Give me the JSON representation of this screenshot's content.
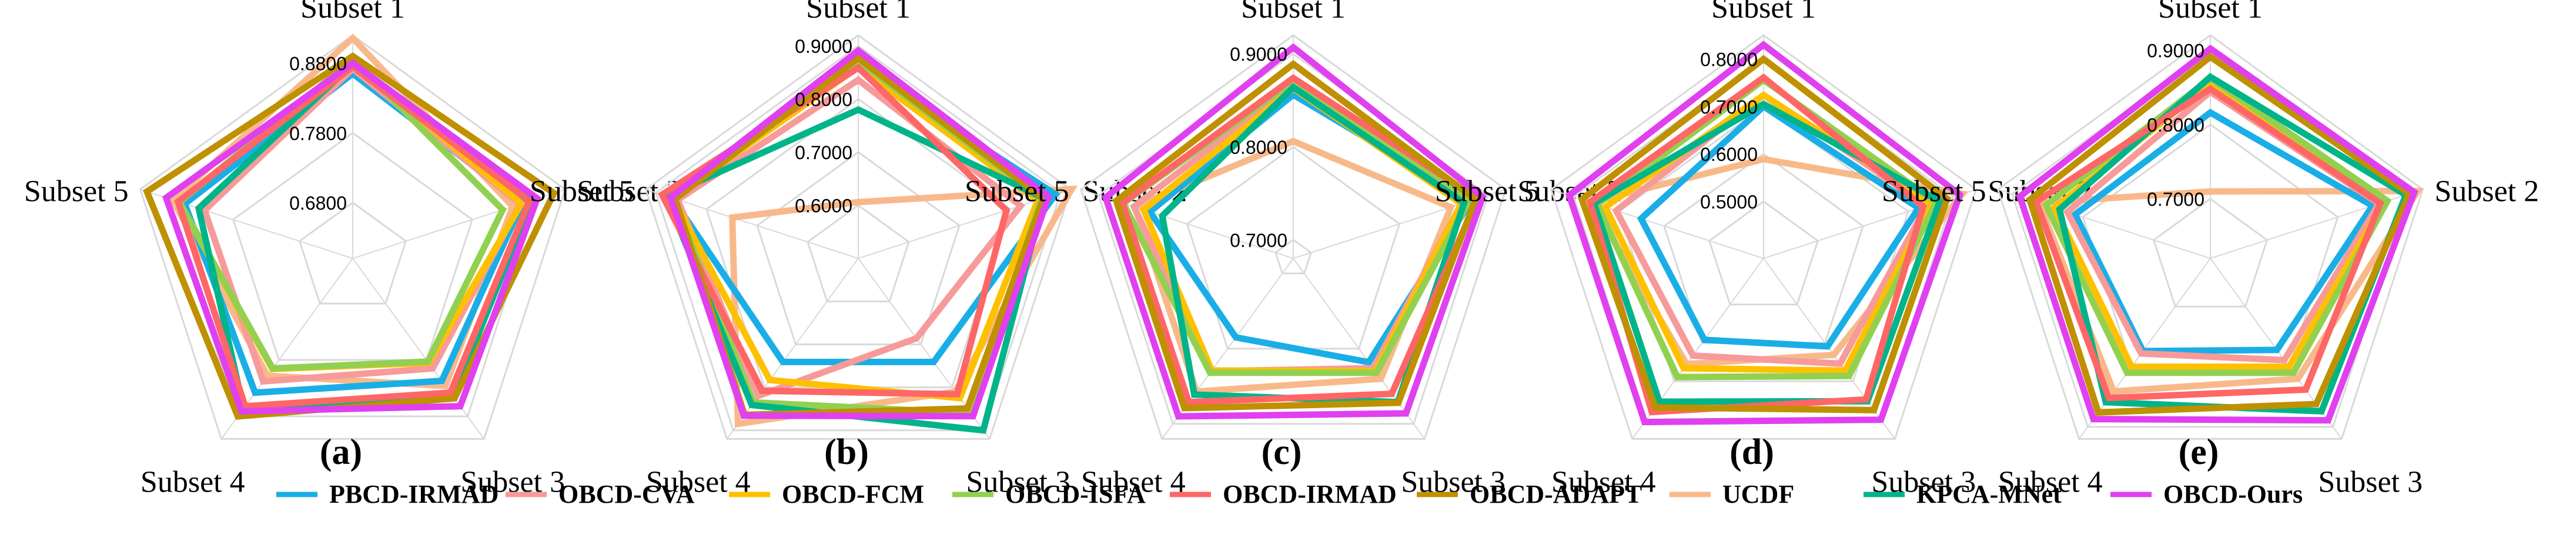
{
  "axes": [
    "Subset 1",
    "Subset 2",
    "Subset 3",
    "Subset 4",
    "Subset 5"
  ],
  "colors": {
    "PBCD-IRMAD": "#1aaee6",
    "OBCD-CVA": "#f79a9a",
    "OBCD-FCM": "#ffc000",
    "OBCD-ISFA": "#92d050",
    "OBCD-IRMAD": "#ff6666",
    "OBCD-ADAPT": "#bf9000",
    "UCDF": "#f8b98a",
    "KPCA-MNet": "#00b48a",
    "OBCD-Ours": "#e040f0"
  },
  "legend": [
    "PBCD-IRMAD",
    "OBCD-CVA",
    "OBCD-FCM",
    "OBCD-ISFA",
    "OBCD-IRMAD",
    "OBCD-ADAPT",
    "UCDF",
    "KPCA-MNet",
    "OBCD-Ours"
  ],
  "chart_data": [
    {
      "type": "radar",
      "panel_label": "(a)",
      "axes": [
        "Subset 1",
        "Subset 2",
        "Subset 3",
        "Subset 4",
        "Subset 5"
      ],
      "rlim": [
        0.6,
        0.92
      ],
      "ticks": [
        "0.6800",
        "0.7800",
        "0.8800"
      ],
      "tick_values": [
        0.68,
        0.78,
        0.88
      ],
      "series": [
        {
          "name": "PBCD-IRMAD",
          "values": [
            0.865,
            0.855,
            0.817,
            0.838,
            0.853
          ]
        },
        {
          "name": "OBCD-CVA",
          "values": [
            0.872,
            0.852,
            0.795,
            0.818,
            0.823
          ]
        },
        {
          "name": "OBCD-FCM",
          "values": [
            0.882,
            0.854,
            0.785,
            0.796,
            0.862
          ]
        },
        {
          "name": "OBCD-ISFA",
          "values": [
            0.885,
            0.826,
            0.783,
            0.795,
            0.861
          ]
        },
        {
          "name": "OBCD-IRMAD",
          "values": [
            0.875,
            0.866,
            0.838,
            0.862,
            0.863
          ]
        },
        {
          "name": "OBCD-ADAPT",
          "values": [
            0.89,
            0.903,
            0.848,
            0.88,
            0.91
          ]
        },
        {
          "name": "UCDF",
          "values": [
            0.916,
            0.841,
            0.826,
            0.808,
            0.871
          ]
        },
        {
          "name": "KPCA-MNet",
          "values": [
            0.879,
            0.87,
            0.845,
            0.866,
            0.832
          ]
        },
        {
          "name": "OBCD-Ours",
          "values": [
            0.88,
            0.878,
            0.862,
            0.871,
            0.881
          ]
        }
      ]
    },
    {
      "type": "radar",
      "panel_label": "(b)",
      "axes": [
        "Subset 1",
        "Subset 2",
        "Subset 3",
        "Subset 4",
        "Subset 5"
      ],
      "rlim": [
        0.5,
        0.92
      ],
      "ticks": [
        "0.6000",
        "0.7000",
        "0.8000",
        "0.9000"
      ],
      "tick_values": [
        0.6,
        0.7,
        0.8,
        0.9
      ],
      "series": [
        {
          "name": "PBCD-IRMAD",
          "values": [
            0.861,
            0.89,
            0.741,
            0.741,
            0.868
          ]
        },
        {
          "name": "OBCD-CVA",
          "values": [
            0.836,
            0.821,
            0.686,
            0.82,
            0.857
          ]
        },
        {
          "name": "OBCD-FCM",
          "values": [
            0.86,
            0.855,
            0.825,
            0.783,
            0.867
          ]
        },
        {
          "name": "OBCD-ISFA",
          "values": [
            0.872,
            0.862,
            0.86,
            0.835,
            0.866
          ]
        },
        {
          "name": "OBCD-IRMAD",
          "values": [
            0.859,
            0.793,
            0.816,
            0.808,
            0.888
          ]
        },
        {
          "name": "OBCD-ADAPT",
          "values": [
            0.877,
            0.866,
            0.849,
            0.864,
            0.862
          ]
        },
        {
          "name": "UCDF",
          "values": [
            0.606,
            0.922,
            0.81,
            0.885,
            0.749
          ]
        },
        {
          "name": "KPCA-MNet",
          "values": [
            0.78,
            0.867,
            0.9,
            0.841,
            0.88
          ]
        },
        {
          "name": "OBCD-Ours",
          "values": [
            0.891,
            0.876,
            0.867,
            0.866,
            0.871
          ]
        }
      ]
    },
    {
      "type": "radar",
      "panel_label": "(c)",
      "axes": [
        "Subset 1",
        "Subset 2",
        "Subset 3",
        "Subset 4",
        "Subset 5"
      ],
      "rlim": [
        0.68,
        0.92
      ],
      "ticks": [
        "0.7000",
        "0.8000",
        "0.9000"
      ],
      "tick_values": [
        0.7,
        0.8,
        0.9
      ],
      "series": [
        {
          "name": "PBCD-IRMAD",
          "values": [
            0.856,
            0.881,
            0.818,
            0.785,
            0.842
          ]
        },
        {
          "name": "OBCD-CVA",
          "values": [
            0.867,
            0.87,
            0.826,
            0.83,
            0.86
          ]
        },
        {
          "name": "OBCD-FCM",
          "values": [
            0.863,
            0.87,
            0.83,
            0.829,
            0.849
          ]
        },
        {
          "name": "OBCD-ISFA",
          "values": [
            0.871,
            0.878,
            0.832,
            0.832,
            0.872
          ]
        },
        {
          "name": "OBCD-IRMAD",
          "values": [
            0.874,
            0.888,
            0.86,
            0.871,
            0.873
          ]
        },
        {
          "name": "OBCD-ADAPT",
          "values": [
            0.889,
            0.886,
            0.872,
            0.879,
            0.88
          ]
        },
        {
          "name": "UCDF",
          "values": [
            0.806,
            0.858,
            0.84,
            0.857,
            0.859
          ]
        },
        {
          "name": "KPCA-MNet",
          "values": [
            0.864,
            0.873,
            0.871,
            0.861,
            0.828
          ]
        },
        {
          "name": "OBCD-Ours",
          "values": [
            0.907,
            0.894,
            0.886,
            0.89,
            0.892
          ]
        }
      ]
    },
    {
      "type": "radar",
      "panel_label": "(d)",
      "axes": [
        "Subset 1",
        "Subset 2",
        "Subset 3",
        "Subset 4",
        "Subset 5"
      ],
      "rlim": [
        0.38,
        0.85
      ],
      "ticks": [
        "0.5000",
        "0.6000",
        "0.7000",
        "0.8000"
      ],
      "tick_values": [
        0.5,
        0.6,
        0.7,
        0.8
      ],
      "series": [
        {
          "name": "PBCD-IRMAD",
          "values": [
            0.7,
            0.723,
            0.609,
            0.592,
            0.651
          ]
        },
        {
          "name": "OBCD-CVA",
          "values": [
            0.724,
            0.741,
            0.654,
            0.633,
            0.706
          ]
        },
        {
          "name": "OBCD-FCM",
          "values": [
            0.724,
            0.752,
            0.672,
            0.666,
            0.73
          ]
        },
        {
          "name": "OBCD-ISFA",
          "values": [
            0.756,
            0.762,
            0.686,
            0.689,
            0.748
          ]
        },
        {
          "name": "OBCD-IRMAD",
          "values": [
            0.761,
            0.733,
            0.747,
            0.78,
            0.764
          ]
        },
        {
          "name": "OBCD-ADAPT",
          "values": [
            0.8,
            0.786,
            0.775,
            0.768,
            0.782
          ]
        },
        {
          "name": "UCDF",
          "values": [
            0.589,
            0.82,
            0.631,
            0.655,
            0.763
          ]
        },
        {
          "name": "KPCA-MNet",
          "values": [
            0.705,
            0.77,
            0.752,
            0.753,
            0.755
          ]
        },
        {
          "name": "OBCD-Ours",
          "values": [
            0.83,
            0.814,
            0.8,
            0.806,
            0.81
          ]
        }
      ]
    },
    {
      "type": "radar",
      "panel_label": "(e)",
      "axes": [
        "Subset 1",
        "Subset 2",
        "Subset 3",
        "Subset 4",
        "Subset 5"
      ],
      "rlim": [
        0.62,
        0.92
      ],
      "ticks": [
        "0.7000",
        "0.8000",
        "0.9000"
      ],
      "tick_values": [
        0.7,
        0.8,
        0.9
      ],
      "series": [
        {
          "name": "PBCD-IRMAD",
          "values": [
            0.816,
            0.849,
            0.772,
            0.774,
            0.811
          ]
        },
        {
          "name": "OBCD-CVA",
          "values": [
            0.844,
            0.858,
            0.789,
            0.778,
            0.822
          ]
        },
        {
          "name": "OBCD-FCM",
          "values": [
            0.855,
            0.865,
            0.8,
            0.8,
            0.84
          ]
        },
        {
          "name": "OBCD-ISFA",
          "values": [
            0.862,
            0.87,
            0.81,
            0.81,
            0.852
          ]
        },
        {
          "name": "OBCD-IRMAD",
          "values": [
            0.848,
            0.86,
            0.838,
            0.852,
            0.866
          ]
        },
        {
          "name": "OBCD-ADAPT",
          "values": [
            0.891,
            0.901,
            0.862,
            0.876,
            0.875
          ]
        },
        {
          "name": "UCDF",
          "values": [
            0.71,
            0.913,
            0.82,
            0.841,
            0.862
          ]
        },
        {
          "name": "KPCA-MNet",
          "values": [
            0.864,
            0.896,
            0.874,
            0.859,
            0.833
          ]
        },
        {
          "name": "OBCD-Ours",
          "values": [
            0.902,
            0.908,
            0.889,
            0.887,
            0.889
          ]
        }
      ]
    }
  ]
}
